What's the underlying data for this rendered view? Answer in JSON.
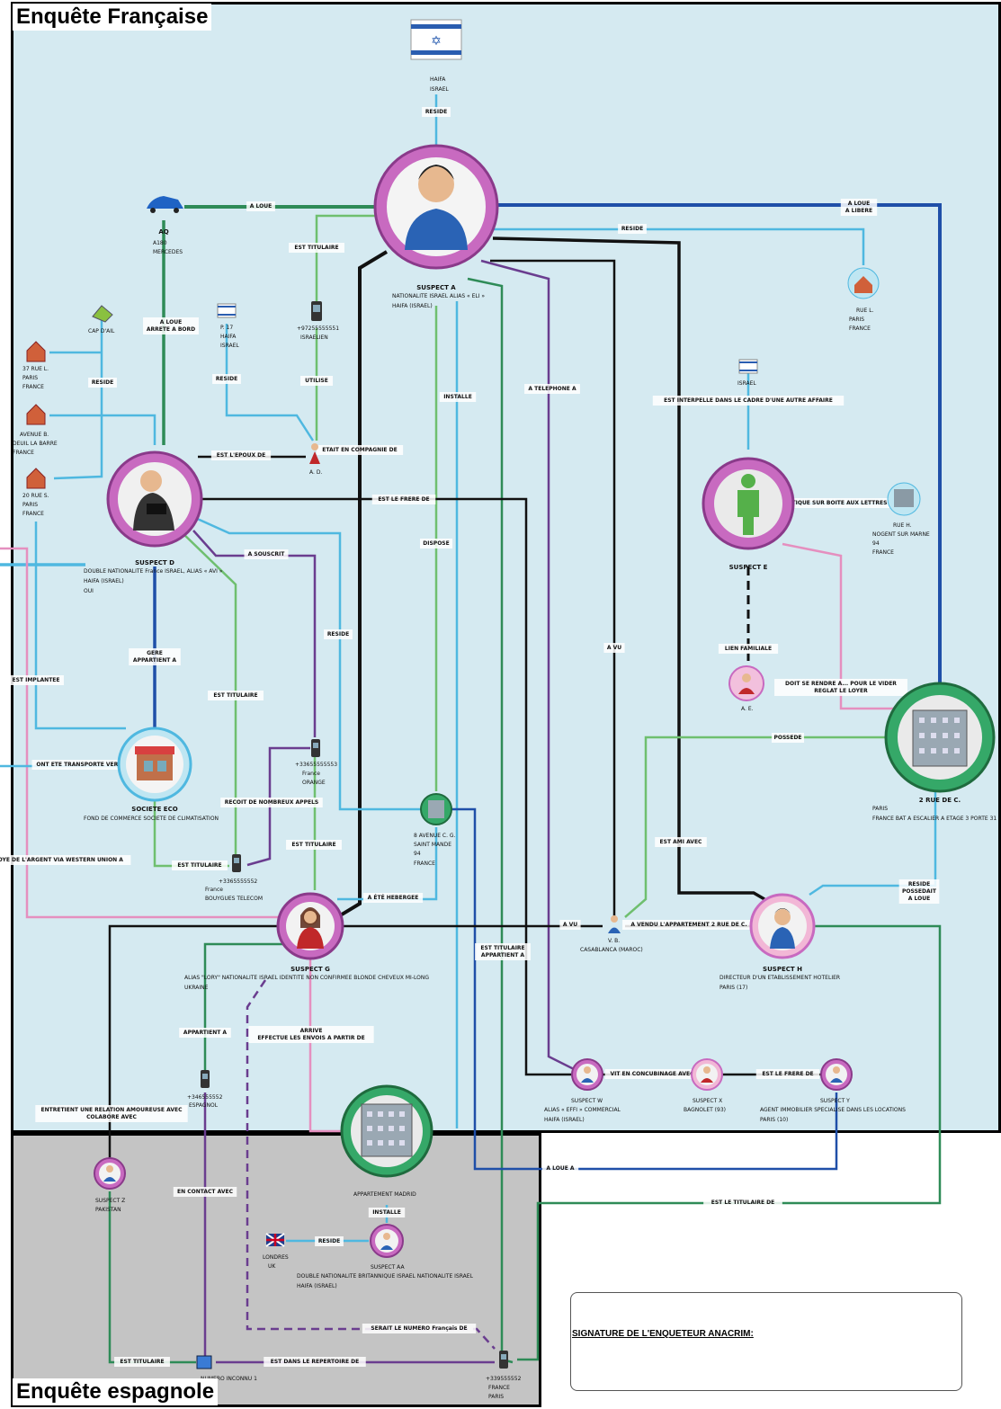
{
  "regions": {
    "french": "Enquête Française",
    "spanish": "Enquête espagnole"
  },
  "signature": "SIGNATURE DE L'ENQUETEUR ANACRIM:",
  "nodes": {
    "suspect_a": {
      "name": "SUSPECT A",
      "d1": "NATIONALITE ISRAEL ALIAS « ELI »",
      "d2": "HAIFA (ISRAEL)"
    },
    "israel_top": {
      "d1": "HAIFA",
      "d2": "ISRAEL"
    },
    "car": {
      "name": "AQ",
      "d1": "A180",
      "d2": "MERCEDES"
    },
    "phone_972": {
      "name": "+97255555551",
      "d1": "ISRAELIEN"
    },
    "p17": {
      "name": "P. 17",
      "d1": "HAIFA",
      "d2": "ISRAEL"
    },
    "cap_dail": {
      "name": "CAP D'AIL"
    },
    "rue_37": {
      "name": "37 RUE L.",
      "d1": "PARIS",
      "d2": "FRANCE"
    },
    "avenue_b": {
      "name": "AVENUE B.",
      "d1": "DEUIL LA BARRE",
      "d2": "FRANCE"
    },
    "rue_20": {
      "name": "20 RUE S.",
      "d1": "PARIS",
      "d2": "FRANCE"
    },
    "ad": {
      "name": "A. D."
    },
    "suspect_d": {
      "name": "SUSPECT D",
      "d1": "DOUBLE NATIONALITE France ISRAEL, ALIAS « AVI »",
      "d2": "HAIFA (ISRAEL)",
      "d3": "OUI"
    },
    "rue_l": {
      "name": "RUE L.",
      "d1": "PARIS",
      "d2": "FRANCE"
    },
    "israel_e": {
      "name": "ISRAEL"
    },
    "suspect_e": {
      "name": "SUSPECT E"
    },
    "rue_h": {
      "name": "RUE H.",
      "d1": "NOGENT SUR MARNE",
      "d2": "94",
      "d3": "FRANCE"
    },
    "ae": {
      "name": "A. E."
    },
    "rue_2": {
      "name": "2 RUE DE C.",
      "d1": "PARIS",
      "d2": "FRANCE BAT A ESCALIER A ETAGE 3 PORTE 31"
    },
    "societe": {
      "name": "SOCIETE ECO",
      "d1": "FOND DE COMMERCE SOCIETE DE CLIMATISATION"
    },
    "phone_336": {
      "name": "+33655555553",
      "d1": "France",
      "d2": "ORANGE"
    },
    "av8": {
      "name": "8 AVENUE C. G.",
      "d1": "SAINT MANDE",
      "d2": "94",
      "d3": "FRANCE"
    },
    "phone_3365": {
      "name": "+3365555552",
      "d1": "France",
      "d2": "BOUYGUES TELECOM"
    },
    "suspect_g": {
      "name": "SUSPECT G",
      "d1": "ALIAS \"LORY\" NATIONALITE ISRAEL IDENTITE NON CONFIRMEE BLONDE CHEVEUX MI-LONG",
      "d2": "UKRAINE"
    },
    "vb": {
      "name": "V. B.",
      "d1": "CASABLANCA (MAROC)"
    },
    "suspect_h": {
      "name": "SUSPECT H",
      "d1": "DIRECTEUR D'UN ETABLISSEMENT HOTELIER",
      "d2": "PARIS (17)"
    },
    "phone_346": {
      "name": "+346555552",
      "d1": "ESPAGNOL"
    },
    "suspect_w": {
      "name": "SUSPECT W",
      "d1": "ALIAS « EFFI » COMMERCIAL",
      "d2": "HAIFA (ISRAEL)"
    },
    "suspect_x": {
      "name": "SUSPECT X",
      "d1": "BAGNOLET (93)"
    },
    "suspect_y": {
      "name": "SUSPECT Y",
      "d1": "AGENT IMMOBILIER SPECIALISE DANS LES LOCATIONS",
      "d2": "PARIS (10)"
    },
    "suspect_z": {
      "name": "SUSPECT Z",
      "d1": "PAKISTAN"
    },
    "apt_madrid": {
      "name": "APPARTEMENT MADRID"
    },
    "suspect_aa": {
      "name": "SUSPECT AA",
      "d1": "DOUBLE NATIONALITE BRITANNIQUE ISRAEL NATIONALITE ISRAEL",
      "d2": "HAIFA (ISRAEL)"
    },
    "londres": {
      "name": "LONDRES",
      "d1": "UK"
    },
    "numero": {
      "name": "NUMERO INCONNU 1"
    },
    "phone_339": {
      "name": "+339555552",
      "d1": "FRANCE",
      "d2": "PARIS"
    }
  },
  "links": {
    "reside_top": "RESIDE",
    "a_loue": "A LOUE",
    "est_titulaire_a": "EST TITULAIRE",
    "a_loue_libere": "A LOUE\nA LIBERE",
    "reside_rl": "RESIDE",
    "loue_arrete": "A LOUE\nARRETE A BORD",
    "reside_37": "RESIDE",
    "reside_p17": "RESIDE",
    "utilise": "UTILISE",
    "installe": "INSTALLE",
    "a_telephone": "A TELEPHONE A",
    "interpelle": "EST INTERPELLE DANS LE CADRE D'UNE AUTRE AFFAIRE",
    "epoux": "EST L'EPOUX DE",
    "compagnie": "ETAIT EN COMPAGNIE DE",
    "frere_d": "EST LE FRERE DE",
    "identique": "EST IDENTIQUE SUR BOITE AUX LETTRES",
    "souscrit": "A SOUSCRIT",
    "dispose": "DISPOSE",
    "reside_d": "RESIDE",
    "gere": "GERE\nAPPARTIENT A",
    "lien_fam": "LIEN FAMILIALE",
    "a_vu": "A VU",
    "implantee": "EST IMPLANTEE",
    "titulaire_2": "EST TITULAIRE",
    "doit_rendre": "DOIT SE RENDRE A... POUR LE VIDER\nREGLAT LE LOYER",
    "possede": "POSSEDE",
    "transporte": "ONT ETE TRANSPORTE VERS",
    "recoit": "RECOIT DE NOMBREUX APPELS",
    "ami": "EST AMI AVEC",
    "western": "VOYE DE L'ARGENT VIA WESTERN UNION A",
    "est_titulaire_3": "EST TITULAIRE",
    "titulaire_4": "EST TITULAIRE",
    "hebergee": "A ÉTÉ HEBERGEE",
    "reside_loue": "RESIDE\nPOSSEDAIT\nA LOUE",
    "a_vu2": "A VU",
    "vendu": "A VENDU L'APPARTEMENT 2 RUE DE C.",
    "titulaire_app": "EST TITULAIRE\nAPPARTIENT A",
    "appartient": "APPARTIENT A",
    "arrive": "ARRIVE\nEFFECTUE LES ENVOIS A PARTIR DE",
    "concubinage": "VIT EN CONCUBINAGE AVEC",
    "frere_xy": "EST LE FRERE DE",
    "relation": "ENTRETIENT UNE RELATION AMOUREUSE AVEC\nCOLABORE AVEC",
    "loue_a": "A LOUE A",
    "contact": "EN CONTACT AVEC",
    "installe2": "INSTALLE",
    "reside_lon": "RESIDE",
    "titulaire_de": "EST LE TITULAIRE DE",
    "numero_fr": "SERAIT LE NUMERO Français DE",
    "titulaire_z": "EST TITULAIRE",
    "repertoire": "EST DANS LE REPERTOIRE DE"
  },
  "colors": {
    "blue": "#1f4fa8",
    "green": "#2e8b57",
    "lgreen": "#6fbf6f",
    "cyan": "#4fb8e0",
    "purple": "#6a3d8f",
    "pink": "#e58fbf",
    "black": "#111111"
  }
}
